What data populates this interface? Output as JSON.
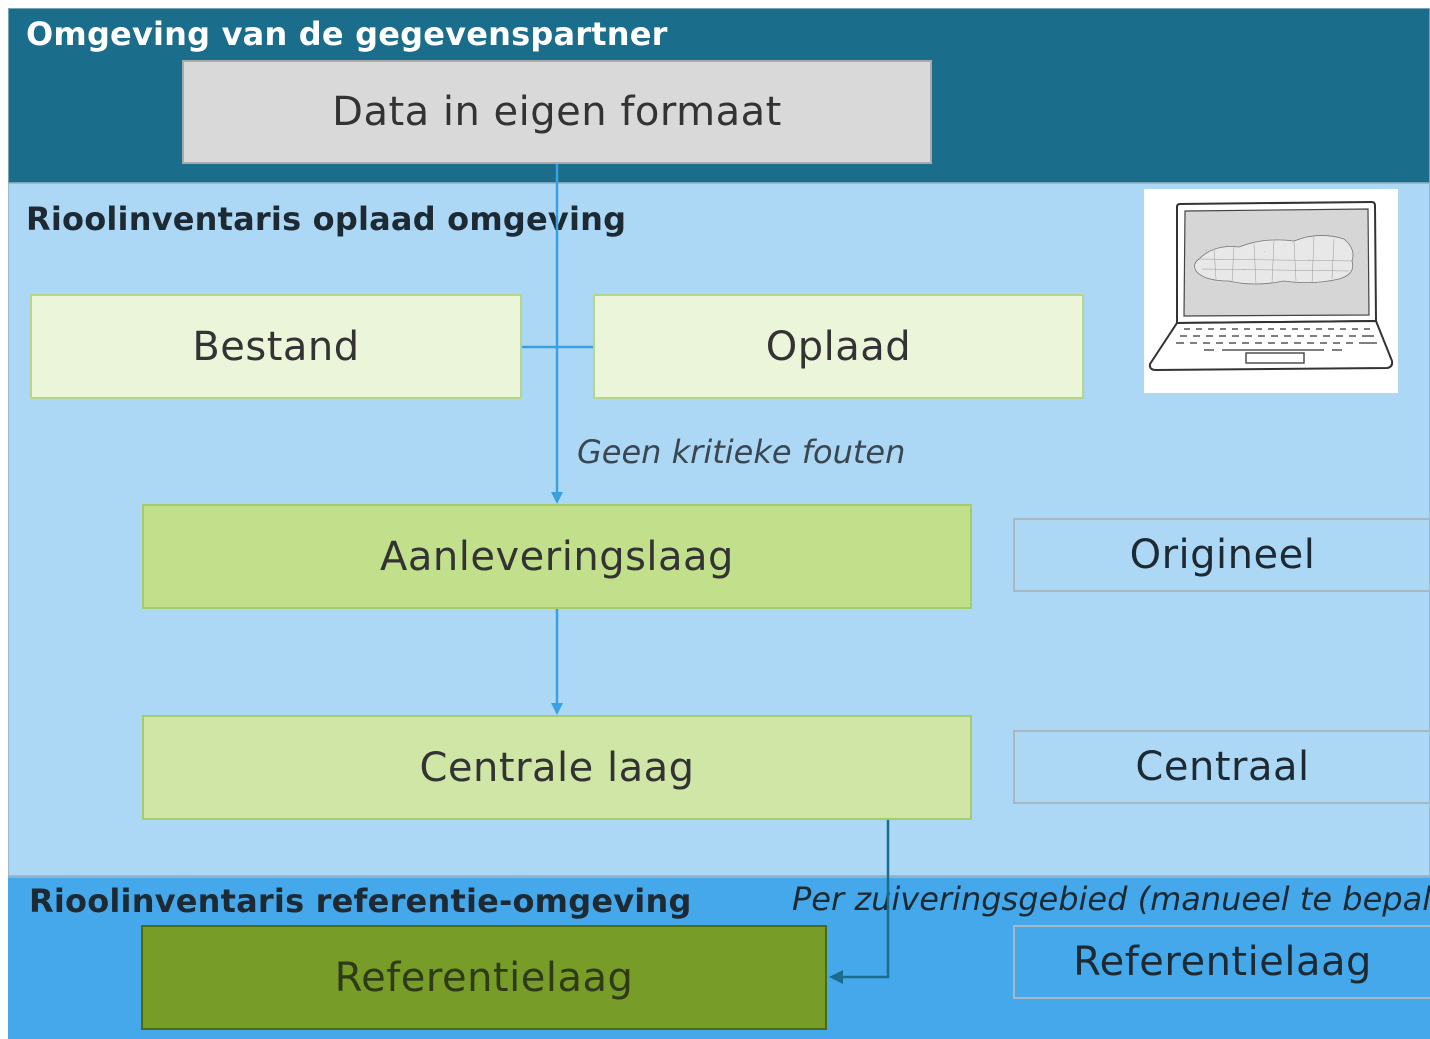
{
  "zones": {
    "partner": {
      "title": "Omgeving van de gegevenspartner"
    },
    "oplaad": {
      "title": "Rioolinventaris oplaad omgeving"
    },
    "referentie": {
      "title": "Rioolinventaris referentie-omgeving"
    }
  },
  "boxes": {
    "data_eigen_formaat": "Data in eigen formaat",
    "bestand": "Bestand",
    "oplaad": "Oplaad",
    "aanleveringslaag": "Aanleveringslaag",
    "centrale_laag": "Centrale laag",
    "referentielaag": "Referentielaag"
  },
  "tags": {
    "origineel": "Origineel",
    "centraal": "Centraal",
    "referentielaag": "Referentielaag"
  },
  "notes": {
    "geen_kritieke_fouten": "Geen kritieke fouten",
    "per_zuiveringsgebied": "Per zuiveringsgebied (manueel te bepalen)"
  },
  "icons": {
    "laptop": "laptop-map-icon"
  },
  "colors": {
    "partner_bg": "#1a6d8b",
    "oplaad_bg": "#acd8f6",
    "referentie_bg": "#45a8ea",
    "connector": "#3aa0e0",
    "connector_dark": "#1a6d8b"
  }
}
